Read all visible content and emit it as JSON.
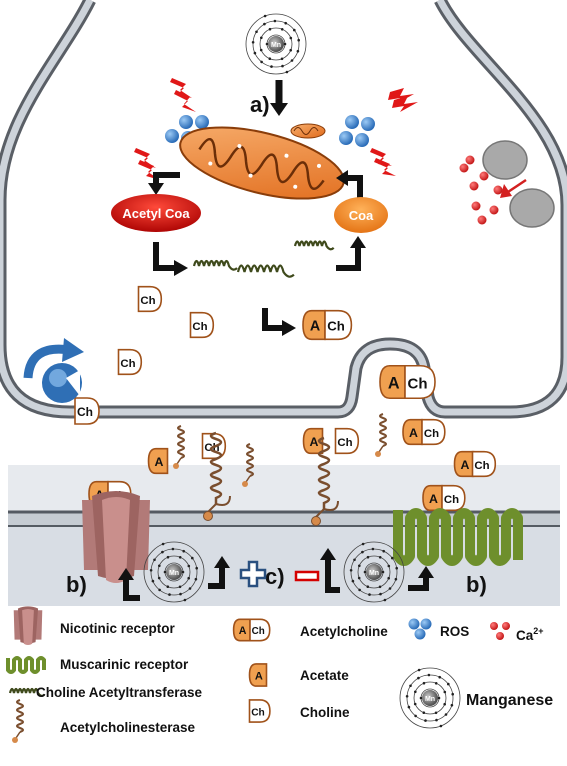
{
  "labels": {
    "a": "a)",
    "b_left": "b)",
    "b_right": "b)",
    "c": "c)",
    "acetyl_coa": "Acetyl Coa",
    "coa": "Coa",
    "mn": "Mn",
    "acetate_symbol": "A",
    "choline_symbol": "Ch"
  },
  "legend": {
    "nicotinic": "Nicotinic receptor",
    "muscarinic": "Muscarinic  receptor",
    "chat": "Choline  Acetyltransferase",
    "ache": "Acetylcholinesterase",
    "acetylcholine": "Acetylcholine",
    "acetate": "Acetate",
    "choline": "Choline",
    "ros": "ROS",
    "calcium": "Ca",
    "calcium_sup": "2+",
    "manganese": "Manganese"
  },
  "colors": {
    "orange": "#f0a050",
    "orange_dark": "#a0521a",
    "red_ellipse": "#c00000",
    "ros_blue": "#3a7fc8",
    "ca_red": "#d32020",
    "membrane_fill": "#d8dde4",
    "membrane_stroke": "#555b63",
    "nicotinic": "#b27a78",
    "muscarinic": "#6e8f2c",
    "chat": "#3f4a1c",
    "ache": "#7a4e2e",
    "arrow": "#111111",
    "transporter": "#2f6fb5",
    "minus": "#d40000",
    "plus": "#2a5080"
  },
  "icons": [
    "manganese-atom-icon",
    "lightning-icon",
    "ros-icon",
    "mitochondrion-icon",
    "calcium-channel-icon",
    "choline-transporter-icon",
    "nicotinic-receptor-icon",
    "muscarinic-receptor-icon",
    "choline-acetyltransferase-icon",
    "acetylcholinesterase-icon",
    "plus-icon",
    "minus-icon"
  ]
}
